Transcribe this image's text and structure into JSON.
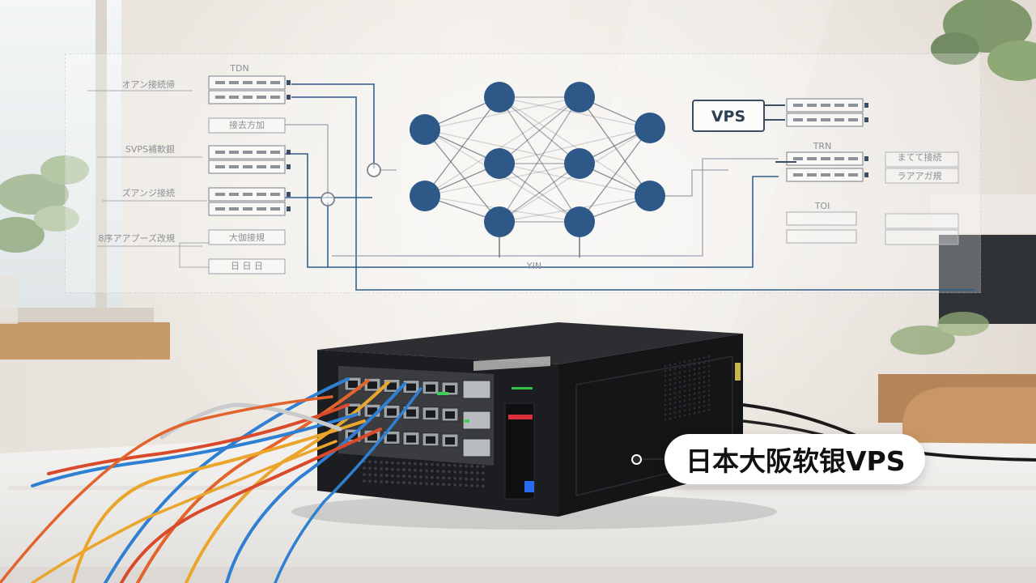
{
  "diagram": {
    "vps_box_label": "VPS",
    "network_label": "YIN",
    "left_header": "TDN",
    "right_header_1": "TRN",
    "right_header_2": "TOI",
    "left_labels": [
      "オアン接続帰",
      "SVPS補軟銀",
      "ズアンジ接続",
      "8序アアプーズ改規"
    ],
    "left_box_labels": [
      "接去方加",
      "大伽接規",
      "日 日 日"
    ],
    "right_labels": [
      "まてて接続",
      "ラアアガ規"
    ],
    "colors": {
      "node": "#2d5887",
      "link": "#2d5a8c",
      "panel_text": "#8c9096"
    }
  },
  "callout": {
    "text": "日本大阪软银VPS"
  }
}
